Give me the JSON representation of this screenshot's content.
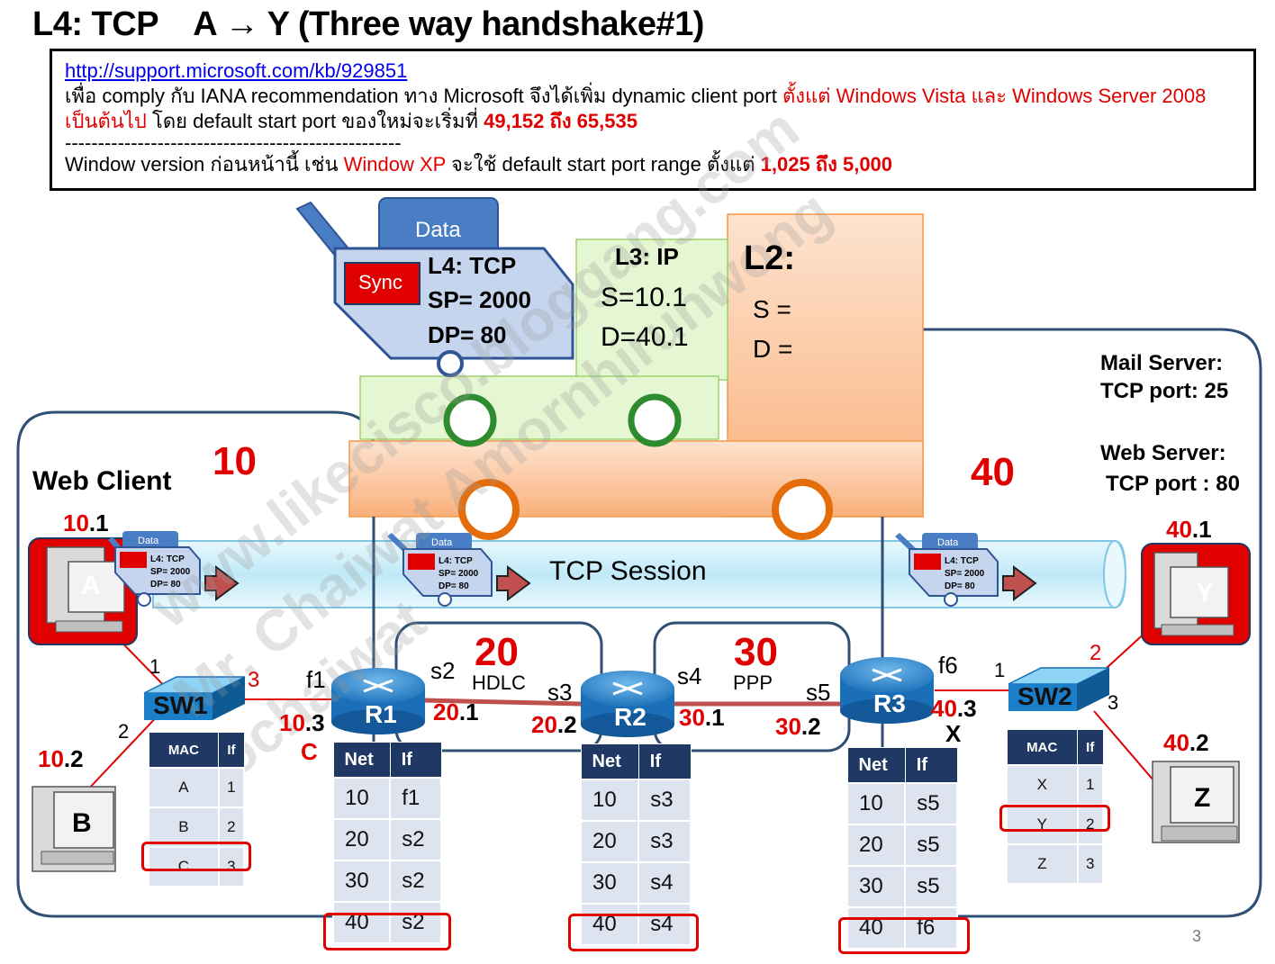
{
  "title": "L4: TCP    A → Y (Three way handshake#1)",
  "note": {
    "url": "http://support.microsoft.com/kb/929851",
    "line1_pre": "เพื่อ comply กับ IANA recommendation ทาง Microsoft จึงได้เพิ่ม dynamic client port ",
    "line1_red": "ตั้งแต่ Windows Vista และ Windows Server 2008 เป็นต้นไป",
    "line1_post": " โดย default start port ของใหม่จะเริ่มที่ ",
    "line1_range": "49,152 ถึง 65,535",
    "separator": "---------------------------------------------------",
    "line2_pre": "Window version ก่อนหน้านี้ เช่น ",
    "line2_red": "Window XP",
    "line2_post": " จะใช้ default start port range ตั้งแต่ ",
    "line2_range": "1,025 ถึง 5,000"
  },
  "truck": {
    "data_label": "Data",
    "sync_label": "Sync",
    "l4_title": "L4: TCP",
    "sp": "SP= 2000",
    "dp": "DP= 80",
    "l3_title": "L3: IP",
    "l3_s": "S=10.1",
    "l3_d": "D=40.1",
    "l2_title": "L2:",
    "l2_s": "S =",
    "l2_d": "D ="
  },
  "servers": {
    "mail": "Mail Server:",
    "mail_port": "TCP port: 25",
    "web": "Web Server:",
    "web_port": "TCP port : 80"
  },
  "networks": {
    "n10": "10",
    "n40": "40",
    "n20": "20",
    "n30": "30",
    "hdlc": "HDLC",
    "ppp": "PPP"
  },
  "web_client": "Web Client",
  "session_label": "TCP Session",
  "mini_packet": {
    "data": "Data",
    "l4": "L4: TCP",
    "sp": "SP= 2000",
    "dp": "DP= 80"
  },
  "hosts": {
    "A": {
      "name": "A",
      "ip_net": "10",
      "ip_host": ".1"
    },
    "B": {
      "name": "B",
      "ip_net": "10",
      "ip_host": ".2"
    },
    "Y": {
      "name": "Y",
      "ip_net": "40",
      "ip_host": ".1"
    },
    "Z": {
      "name": "Z",
      "ip_net": "40",
      "ip_host": ".2"
    }
  },
  "devices": {
    "sw1": "SW1",
    "sw2": "SW2",
    "r1": "R1",
    "r2": "R2",
    "r3": "R3"
  },
  "ports": {
    "sw1_p1": "1",
    "sw1_p2": "2",
    "sw1_p3": "3",
    "sw2_p1": "1",
    "sw2_p2": "2",
    "sw2_p3": "3",
    "f1": "f1",
    "s2": "s2",
    "s3": "s3",
    "s4": "s4",
    "s5": "s5",
    "f6": "f6"
  },
  "ifaddrs": {
    "r1_f1_net": "10",
    "r1_f1_host": ".3",
    "r1_mac": "C",
    "r1_s2_net": "20",
    "r1_s2_host": ".1",
    "r2_s3_net": "20",
    "r2_s3_host": ".2",
    "r2_s4_net": "30",
    "r2_s4_host": ".1",
    "r3_s5_net": "30",
    "r3_s5_host": ".2",
    "r3_f6_net": "40",
    "r3_f6_host": ".3",
    "r3_mac": "X"
  },
  "route_tables": {
    "header": [
      "Net",
      "If"
    ],
    "r1": [
      [
        "10",
        "f1"
      ],
      [
        "20",
        "s2"
      ],
      [
        "30",
        "s2"
      ],
      [
        "40",
        "s2"
      ]
    ],
    "r2": [
      [
        "10",
        "s3"
      ],
      [
        "20",
        "s3"
      ],
      [
        "30",
        "s4"
      ],
      [
        "40",
        "s4"
      ]
    ],
    "r3": [
      [
        "10",
        "s5"
      ],
      [
        "20",
        "s5"
      ],
      [
        "30",
        "s5"
      ],
      [
        "40",
        "f6"
      ]
    ]
  },
  "mac_tables": {
    "header": [
      "MAC",
      "If"
    ],
    "sw1": [
      [
        "A",
        "1"
      ],
      [
        "B",
        "2"
      ],
      [
        "C",
        "3"
      ]
    ],
    "sw2": [
      [
        "X",
        "1"
      ],
      [
        "Y",
        "2"
      ],
      [
        "Z",
        "3"
      ]
    ]
  },
  "watermark": [
    "www.likecisco.bloggang.com",
    "Mr. Chaiwat Amornhirunwong",
    "Kochaiwat"
  ],
  "slide_number": "3",
  "colors": {
    "accent_red": "#e00000",
    "table_header": "#1f3864",
    "table_cell": "#dde3ef",
    "session_tube": "#cfeefa",
    "l2_box": "#fbc89a",
    "l3_box": "#dff5c9",
    "l4_box": "#c5d5ee"
  }
}
